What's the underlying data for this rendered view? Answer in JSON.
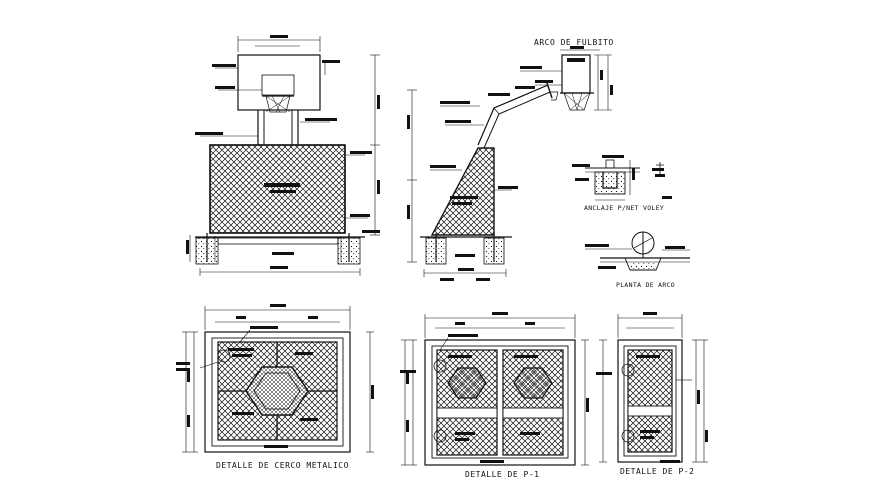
{
  "drawing": {
    "views": {
      "basketball_front": {
        "name": "basketball-front-elevation"
      },
      "basketball_side": {
        "name": "basketball-side-elevation"
      },
      "soccer_goal": {
        "title": "ARCO DE FULBITO"
      },
      "volley_anchor": {
        "title": "ANCLAJE P/NET VOLEY"
      },
      "goal_plan": {
        "title": "PLANTA DE ARCO"
      },
      "fence_detail": {
        "title": "DETALLE DE CERCO METALICO"
      },
      "p1_detail": {
        "title": "DETALLE DE P-1"
      },
      "p2_detail": {
        "title": "DETALLE DE P-2"
      }
    },
    "colors": {
      "line": "#111111",
      "background": "#ffffff"
    }
  }
}
